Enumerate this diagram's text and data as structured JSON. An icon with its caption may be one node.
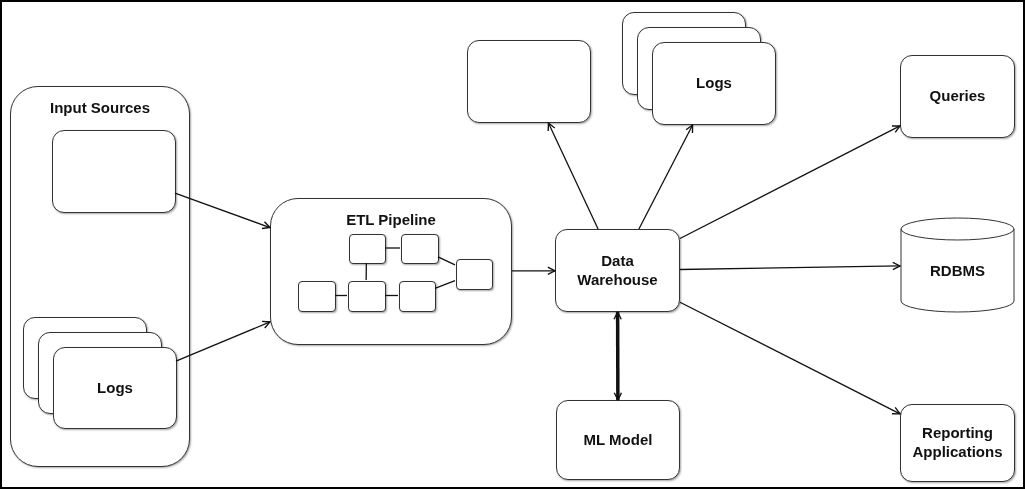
{
  "diagram": {
    "nodes": [
      {
        "text": [
          "Input Sources"
        ]
      },
      {
        "text": [],
        "shape": "box",
        "in": 0
      },
      {
        "text": [
          "Logs"
        ],
        "in": 0
      },
      {
        "text": [
          "ETL Pipeline"
        ]
      },
      {
        "text": [],
        "shape": "box",
        "in": 3
      },
      {
        "text": [],
        "shape": "box",
        "in": 3
      },
      {
        "text": [],
        "shape": "box",
        "in": 3
      },
      {
        "text": [],
        "shape": "box",
        "in": 3
      },
      {
        "text": [],
        "shape": "box",
        "in": 3
      },
      {
        "text": [],
        "shape": "box",
        "in": 3
      },
      {
        "text": [
          "Data Warehouse"
        ]
      },
      {
        "text": [],
        "shape": "box"
      },
      {
        "text": [
          "Logs"
        ]
      },
      {
        "text": [
          "Queries"
        ]
      },
      {
        "text": [
          "RDBMS"
        ]
      },
      {
        "text": [
          "ML Model"
        ]
      },
      {
        "text": [
          "Reporting Applications"
        ]
      }
    ],
    "edges": [
      {
        "from": 1,
        "to": 3,
        "arrow": "to"
      },
      {
        "from": 2,
        "to": 3,
        "arrow": "to"
      },
      {
        "from": 4,
        "to": 5,
        "arrow": "none"
      },
      {
        "from": 4,
        "to": 8,
        "arrow": "none"
      },
      {
        "from": 7,
        "to": 8,
        "arrow": "none"
      },
      {
        "from": 8,
        "to": 9,
        "arrow": "none"
      },
      {
        "from": 5,
        "to": 6,
        "arrow": "none"
      },
      {
        "from": 9,
        "to": 6,
        "arrow": "none"
      },
      {
        "from": 3,
        "to": 10,
        "arrow": "to"
      },
      {
        "from": 10,
        "to": 11,
        "arrow": "to"
      },
      {
        "from": 10,
        "to": 12,
        "arrow": "to"
      },
      {
        "from": 10,
        "to": 13,
        "arrow": "to"
      },
      {
        "from": 10,
        "to": 14,
        "arrow": "to"
      },
      {
        "from": 10,
        "to": 16,
        "arrow": "to"
      },
      {
        "from": 10,
        "to": 15,
        "arrow": "both",
        "style": "thick"
      }
    ]
  }
}
